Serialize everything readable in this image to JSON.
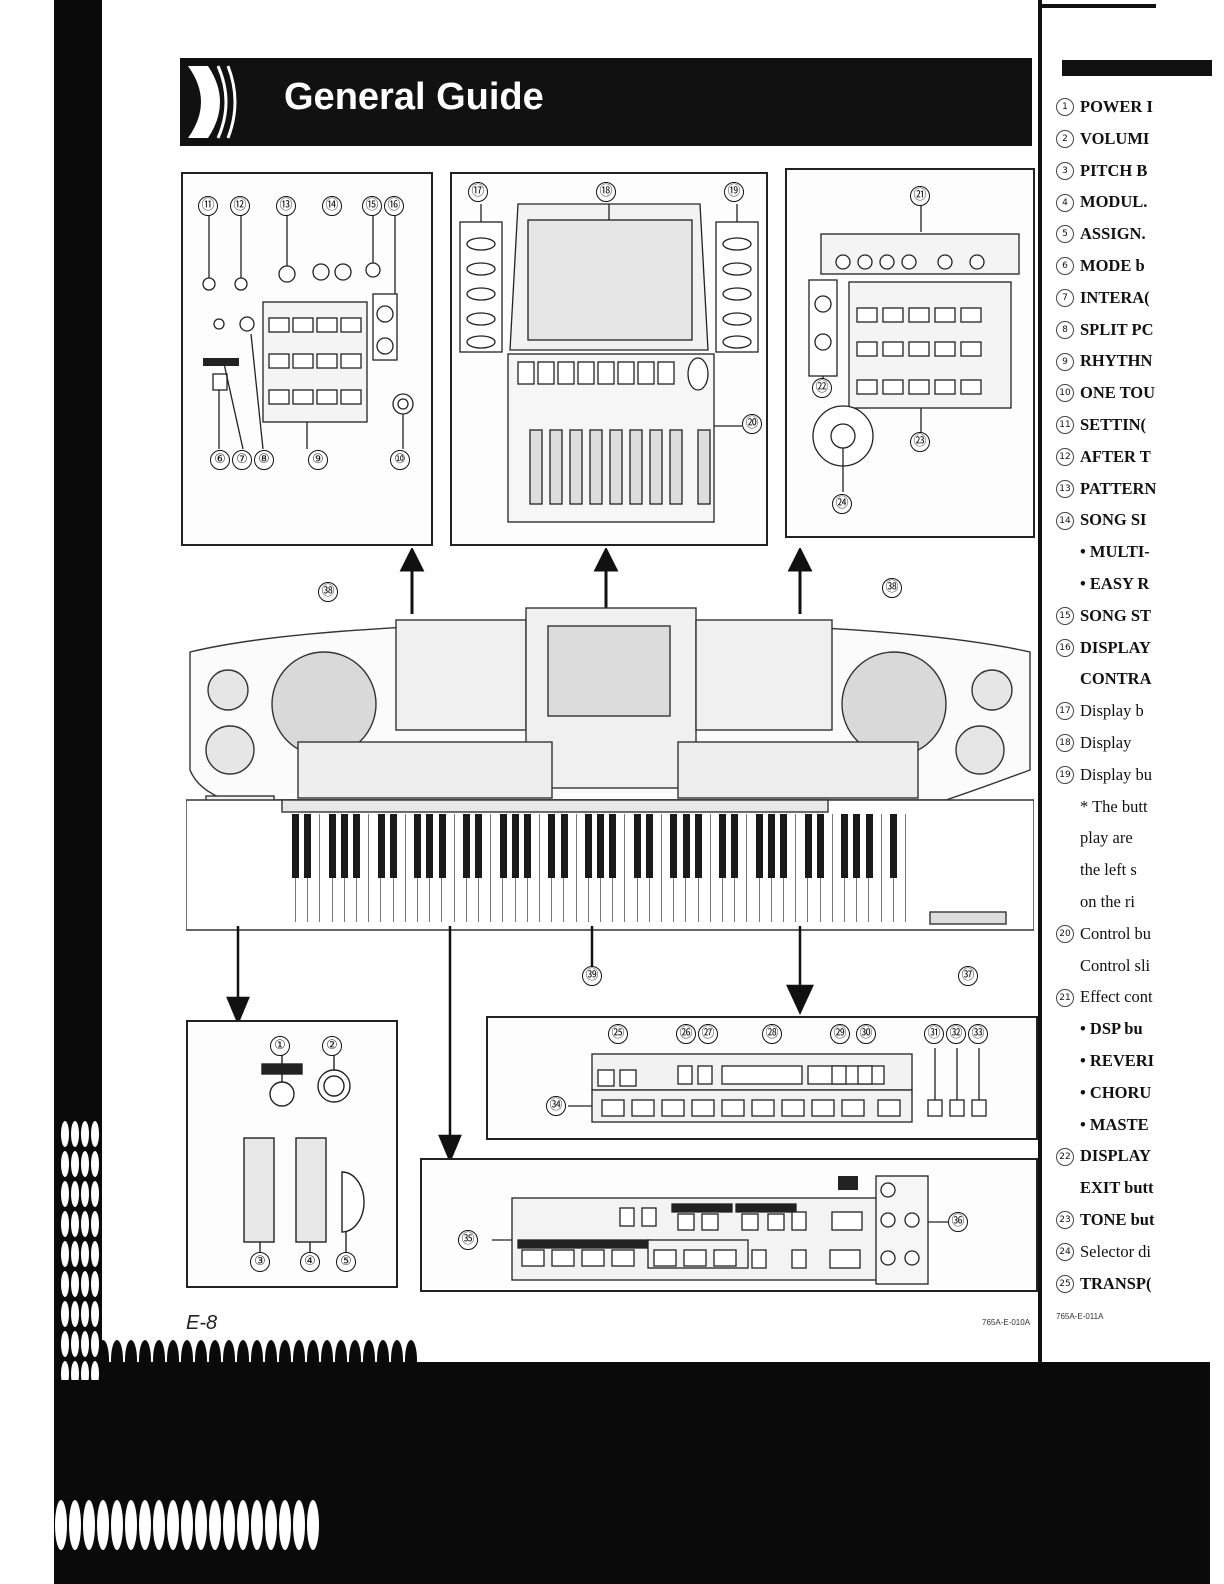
{
  "header": {
    "title": "General Guide"
  },
  "callouts": {
    "top_left": [
      "⑪",
      "⑫",
      "⑬",
      "⑭",
      "⑮",
      "⑯",
      "⑥",
      "⑦",
      "⑧",
      "⑨",
      "⑩"
    ],
    "top_middle": [
      "⑰",
      "⑱",
      "⑲",
      "⑳"
    ],
    "top_right": [
      "㉑",
      "㉒",
      "㉓",
      "㉔"
    ],
    "keyboard": [
      "㊳",
      "㊳",
      "㊴",
      "㊲"
    ],
    "bottom_left": [
      "①",
      "②",
      "③",
      "④",
      "⑤"
    ],
    "bottom_right": [
      "㉕",
      "㉖",
      "㉗",
      "㉘",
      "㉙",
      "㉚",
      "㉛",
      "㉜",
      "㉝",
      "㉞"
    ],
    "bottom_middle": [
      "㉟",
      "㊱"
    ]
  },
  "toc": [
    {
      "n": "1",
      "text": "POWER I",
      "bold": true
    },
    {
      "n": "2",
      "text": "VOLUMI",
      "bold": true
    },
    {
      "n": "3",
      "text": "PITCH B",
      "bold": true
    },
    {
      "n": "4",
      "text": "MODUL.",
      "bold": true
    },
    {
      "n": "5",
      "text": "ASSIGN.",
      "bold": true
    },
    {
      "n": "6",
      "text": "MODE b",
      "bold": true
    },
    {
      "n": "7",
      "text": "INTERA(",
      "bold": true
    },
    {
      "n": "8",
      "text": "SPLIT PC",
      "bold": true
    },
    {
      "n": "9",
      "text": "RHYTHN",
      "bold": true
    },
    {
      "n": "10",
      "text": "ONE TOU",
      "bold": true
    },
    {
      "n": "11",
      "text": "SETTIN(",
      "bold": true
    },
    {
      "n": "12",
      "text": "AFTER T",
      "bold": true
    },
    {
      "n": "13",
      "text": "PATTERN",
      "bold": true
    },
    {
      "n": "14",
      "text": "SONG SI",
      "bold": true
    },
    {
      "n": "",
      "text": "• MULTI-",
      "bold": true
    },
    {
      "n": "",
      "text": "• EASY R",
      "bold": true
    },
    {
      "n": "15",
      "text": "SONG ST",
      "bold": true
    },
    {
      "n": "16",
      "text": "DISPLAY",
      "bold": true
    },
    {
      "n": "",
      "text": "CONTRA",
      "bold": true
    },
    {
      "n": "17",
      "text": "Display b",
      "bold": false
    },
    {
      "n": "18",
      "text": "Display",
      "bold": false
    },
    {
      "n": "19",
      "text": "Display bu",
      "bold": false
    },
    {
      "n": "",
      "text": "* The butt",
      "bold": false
    },
    {
      "n": "",
      "text": "play are",
      "bold": false
    },
    {
      "n": "",
      "text": "the left s",
      "bold": false
    },
    {
      "n": "",
      "text": "on the ri",
      "bold": false
    },
    {
      "n": "20",
      "text": "Control bu",
      "bold": false
    },
    {
      "n": "",
      "text": "Control sli",
      "bold": false
    },
    {
      "n": "21",
      "text": "Effect cont",
      "bold": false
    },
    {
      "n": "",
      "text": "• DSP bu",
      "bold": true
    },
    {
      "n": "",
      "text": "• REVERI",
      "bold": true
    },
    {
      "n": "",
      "text": "• CHORU",
      "bold": true
    },
    {
      "n": "",
      "text": "• MASTE",
      "bold": true
    },
    {
      "n": "22",
      "text": "DISPLAY",
      "bold": true
    },
    {
      "n": "",
      "text": "EXIT butt",
      "bold": true
    },
    {
      "n": "23",
      "text": "TONE but",
      "bold": true
    },
    {
      "n": "24",
      "text": "Selector di",
      "bold": false
    },
    {
      "n": "25",
      "text": "TRANSP(",
      "bold": true
    }
  ],
  "footer": {
    "page": "E-8",
    "code_left": "765A-E-010A",
    "code_right": "765A-E-011A"
  }
}
